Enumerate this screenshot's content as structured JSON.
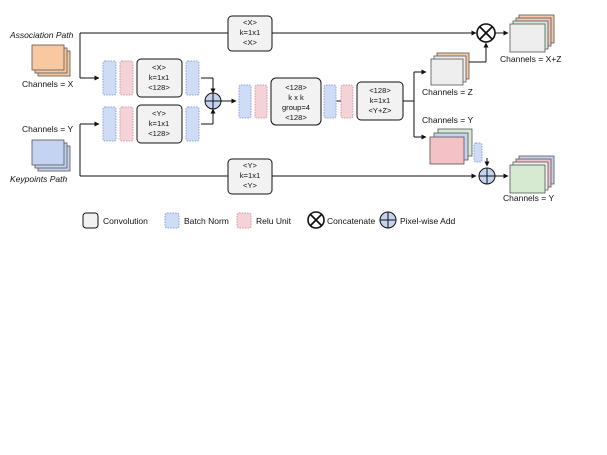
{
  "paths": {
    "association": "Association Path",
    "keypoints": "Keypoints Path"
  },
  "channels": {
    "input_x": "Channels = X",
    "input_y": "Channels = Y",
    "z": "Channels = Z",
    "y_mid": "Channels = Y",
    "out_xz": "Channels = X+Z",
    "out_y": "Channels = Y"
  },
  "conv": {
    "top_skip": [
      "<X>",
      "k=1x1",
      "<X>"
    ],
    "x_in": [
      "<X>",
      "k=1x1",
      "<128>"
    ],
    "y_in": [
      "<Y>",
      "k=1x1",
      "<128>"
    ],
    "center": [
      "<128>",
      "k x k",
      "group=4",
      "<128>"
    ],
    "out": [
      "<128>",
      "k=1x1",
      "<Y+Z>"
    ],
    "bottom_skip": [
      "<Y>",
      "k=1x1",
      "<Y>"
    ]
  },
  "legend": {
    "convolution": "Convolution",
    "batch_norm": "Batch Norm",
    "relu": "Relu Unit",
    "concatenate": "Concatenate",
    "add": "Pixel-wise Add"
  },
  "colors": {
    "orange": "#f8c9a0",
    "blue": "#c4d3f0",
    "pink": "#f2c2c6",
    "green": "#d5ead0",
    "gray": "#eeeeee",
    "bn_fill": "#cfdcf5",
    "relu_fill": "#f3d3d8"
  }
}
